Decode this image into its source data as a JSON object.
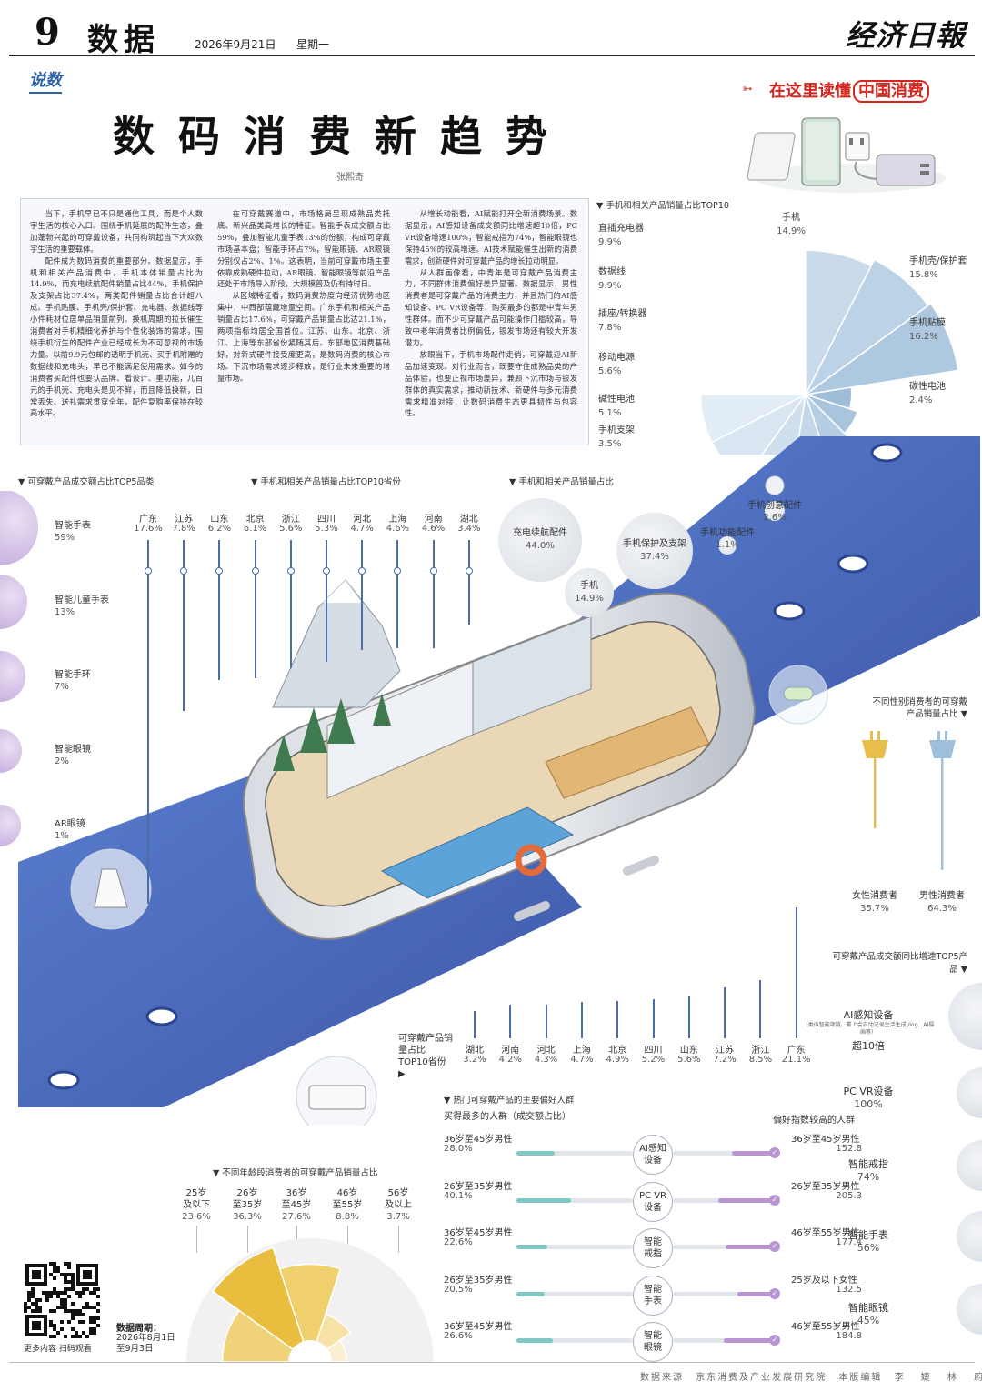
{
  "header": {
    "page_number": "9",
    "section": "数据",
    "date": "2026年9月21日",
    "weekday": "星期一",
    "paper_name": "经济日報"
  },
  "column_tag": "说数",
  "slogan": {
    "prefix": "在这里读懂",
    "highlight": "中国消费"
  },
  "title": "数码消费新趋势",
  "byline": "张熙奇",
  "article": [
    "当下，手机早已不只是通信工具，而是个人数字生活的核心入口。围绕手机延展的配件生态，叠加蓬勃兴起的可穿戴设备，共同构筑起当下大众数字生活的重要载体。",
    "配件成为数码消费的重要部分。数据显示，手机和相关产品消费中，手机本体销量占比为14.9%，而充电续航配件销量占比44%，手机保护及支架占比37.4%，两类配件销量占比合计超八成。手机贴膜、手机壳/保护套、充电器、数据线等小件耗材位居单品销量前列。换机周期的拉长催生消费者对手机精细化养护与个性化装饰的需求，围绕手机衍生的配件产业已经成长为不可忽视的市场力量。以前9.9元包邮的透明手机壳、买手机附赠的数据线和充电头，早已不能满足使用需求。如今的消费者买配件也要认品牌、看设计、重功能，几百元的手机壳、充电头是见不鲜，而且降低换新，日常丢失、送礼需求贯穿全年，配件复购率保持在较高水平。",
    "在可穿戴赛道中，市场格局呈现成熟品类托底、新兴品类高增长的特征。智能手表成交额占比59%，叠加智能儿童手表13%的份额，构成可穿戴市场基本盘；智能手环占7%，智能眼镜、AR眼镜分别仅占2%、1%。这表明，当前可穿戴市场主要依靠成熟硬件拉动，AR眼镜、智能眼镜等前沿产品还处于市场导入阶段，大规模普及仍有待时日。",
    "从区域特征看，数码消费热度向经济优势地区集中，中西部蕴藏增量空间。广东手机和相关产品销量占比17.6%，可穿戴产品销量占比达21.1%，两项指标均居全国首位。江苏、山东、北京、浙江、上海等东部省份紧随其后。东部地区消费基础好，对新式硬件接受度更高，是数码消费的核心市场。下沉市场需求逐步释放，是行业未来重要的增量市场。",
    "从增长动能看，AI赋能打开全新消费场景。数据显示，AI感知设备成交额同比增速超10倍，PC VR设备增速100%，智能戒指为74%，智能眼镜也保持45%的较高增速。AI技术赋能催生出新的消费需求，创新硬件对可穿戴产品的增长拉动明显。",
    "从人群画像看，中青年是可穿戴产品消费主力，不同群体消费偏好差异显著。数据显示，男性消费者是可穿戴产品的消费主力，并且热门的AI感知设备、PC VR设备等，购买最多的都是中青年男性群体。而不少可穿戴产品可能操作门槛较高，导致中老年消费者比例偏低，银发市场还有较大开发潜力。",
    "放眼当下，手机市场配件走俏，可穿戴迎AI新品加速变现。对行业而言，既要守住成熟品类的产品体验，也要正视市场差异，兼顾下沉市场与银发群体的真实需求，推动新技术、新硬件与多元消费需求精准对接，让数码消费生态更具韧性与包容性。"
  ],
  "section_titles": {
    "top10_products": "手机和相关产品销量占比TOP10",
    "wearable_top5": "可穿戴产品成交额占比TOP5品类",
    "province_phone": "手机和相关产品销量占比TOP10省份",
    "phone_share": "手机和相关产品销量占比",
    "gender": "不同性别消费者的可穿戴产品销量占比",
    "growth": "可穿戴产品成交额同比增速TOP5产品",
    "province_wearable": "可穿戴产品销量占比TOP10省份",
    "crowd": "热门可穿戴产品的主要偏好人群",
    "crowd_left": "买得最多的人群（成交额占比）",
    "crowd_right": "偏好指数较高的人群",
    "age": "不同年龄段消费者的可穿戴产品销量占比"
  },
  "ai_note": "（类似智能项链、戴上会自动记录生活生成vlog、AI摄画等）",
  "qr_caption": "更多内容 扫码观看",
  "period": {
    "label": "数据周期：",
    "range": "2026年8月1日至9月3日"
  },
  "footer": {
    "source_label": "数据来源",
    "source": "京东消费及产业发展研究院",
    "editor_label": "本版编辑",
    "editors": "李 婕 林 蔚"
  },
  "colors": {
    "accent_blue": "#2d63a6",
    "strap_blue": "#4c6bc2",
    "red": "#d8261e",
    "purple": "#b59ad0",
    "teal": "#7fc8c4",
    "gold": "#e7be4c",
    "lavender": "#b995d4"
  },
  "chart_data": [
    {
      "type": "rose",
      "title": "手机和相关产品销量占比TOP10",
      "categories": [
        "手机",
        "手机壳/保护套",
        "手机贴膜",
        "碳性电池",
        "手机支架",
        "碱性电池",
        "移动电源",
        "插座/转换器",
        "数据线",
        "直插充电器"
      ],
      "values": [
        14.9,
        15.8,
        16.2,
        2.4,
        3.5,
        5.1,
        5.6,
        7.8,
        9.9,
        9.9
      ],
      "labels": [
        "14.9%",
        "15.8%",
        "16.2%",
        "2.4%",
        "3.5%",
        "5.1%",
        "5.6%",
        "7.8%",
        "9.9%",
        "9.9%"
      ]
    },
    {
      "type": "bubble",
      "title": "可穿戴产品成交额占比TOP5品类",
      "categories": [
        "智能手表",
        "智能儿童手表",
        "智能手环",
        "智能眼镜",
        "AR眼镜"
      ],
      "values": [
        59,
        13,
        7,
        2,
        1
      ],
      "labels": [
        "59%",
        "13%",
        "7%",
        "2%",
        "1%"
      ]
    },
    {
      "type": "bar",
      "title": "手机和相关产品销量占比TOP10省份",
      "categories": [
        "广东",
        "江苏",
        "山东",
        "北京",
        "浙江",
        "四川",
        "河北",
        "上海",
        "河南",
        "湖北"
      ],
      "values": [
        17.6,
        7.8,
        6.2,
        6.1,
        5.6,
        5.3,
        4.7,
        4.6,
        4.6,
        3.4
      ],
      "labels": [
        "17.6%",
        "7.8%",
        "6.2%",
        "6.1%",
        "5.6%",
        "5.3%",
        "4.7%",
        "4.6%",
        "4.6%",
        "3.4%"
      ]
    },
    {
      "type": "bubble",
      "title": "手机和相关产品销量占比",
      "categories": [
        "充电续航配件",
        "手机保护及支架",
        "手机",
        "手机功能配件",
        "手机创意配件"
      ],
      "values": [
        44.0,
        37.4,
        14.9,
        1.1,
        2.6
      ],
      "labels": [
        "44.0%",
        "37.4%",
        "14.9%",
        "1.1%",
        "2.6%"
      ]
    },
    {
      "type": "bar",
      "title": "不同性别消费者的可穿戴产品销量占比",
      "categories": [
        "女性消费者",
        "男性消费者"
      ],
      "values": [
        35.7,
        64.3
      ],
      "labels": [
        "35.7%",
        "64.3%"
      ]
    },
    {
      "type": "bar",
      "title": "可穿戴产品销量占比TOP10省份",
      "categories": [
        "湖北",
        "河南",
        "河北",
        "上海",
        "北京",
        "四川",
        "山东",
        "江苏",
        "浙江",
        "广东"
      ],
      "values": [
        3.2,
        4.2,
        4.3,
        4.7,
        4.9,
        5.2,
        5.6,
        7.2,
        8.5,
        21.1
      ],
      "labels": [
        "3.2%",
        "4.2%",
        "4.3%",
        "4.7%",
        "4.9%",
        "5.2%",
        "5.6%",
        "7.2%",
        "8.5%",
        "21.1%"
      ]
    },
    {
      "type": "bubble",
      "title": "可穿戴产品成交额同比增速TOP5产品",
      "categories": [
        "AI感知设备",
        "PC VR设备",
        "智能戒指",
        "智能手表",
        "智能眼镜"
      ],
      "values": [
        1000,
        100,
        74,
        56,
        45
      ],
      "labels": [
        "超10倍",
        "100%",
        "74%",
        "56%",
        "45%"
      ]
    },
    {
      "type": "bar",
      "title": "热门可穿戴产品的主要偏好人群",
      "categories": [
        "AI感知设备",
        "PC VR设备",
        "智能戒指",
        "智能手表",
        "智能眼镜"
      ],
      "series": [
        {
          "name": "买得最多的人群（成交额占比）",
          "groups": [
            "36岁至45岁男性",
            "26岁至35岁男性",
            "36岁至45岁男性",
            "26岁至35岁男性",
            "36岁至45岁男性"
          ],
          "values": [
            28.0,
            40.1,
            22.6,
            20.5,
            26.6
          ],
          "labels": [
            "28.0%",
            "40.1%",
            "22.6%",
            "20.5%",
            "26.6%"
          ]
        },
        {
          "name": "偏好指数较高的人群",
          "groups": [
            "36岁至45岁男性",
            "26岁至35岁男性",
            "46岁至55岁男性",
            "25岁及以下女性",
            "46岁至55岁男性"
          ],
          "values": [
            152.8,
            205.3,
            177.4,
            132.5,
            184.8
          ],
          "labels": [
            "152.8",
            "205.3",
            "177.4",
            "132.5",
            "184.8"
          ]
        }
      ]
    },
    {
      "type": "bar",
      "title": "不同年龄段消费者的可穿戴产品销量占比",
      "categories": [
        "25岁及以下",
        "26岁至35岁",
        "36岁至45岁",
        "46岁至55岁",
        "56岁及以上"
      ],
      "values": [
        23.6,
        36.3,
        27.6,
        8.8,
        3.7
      ],
      "labels": [
        "23.6%",
        "36.3%",
        "27.6%",
        "8.8%",
        "3.7%"
      ]
    }
  ]
}
